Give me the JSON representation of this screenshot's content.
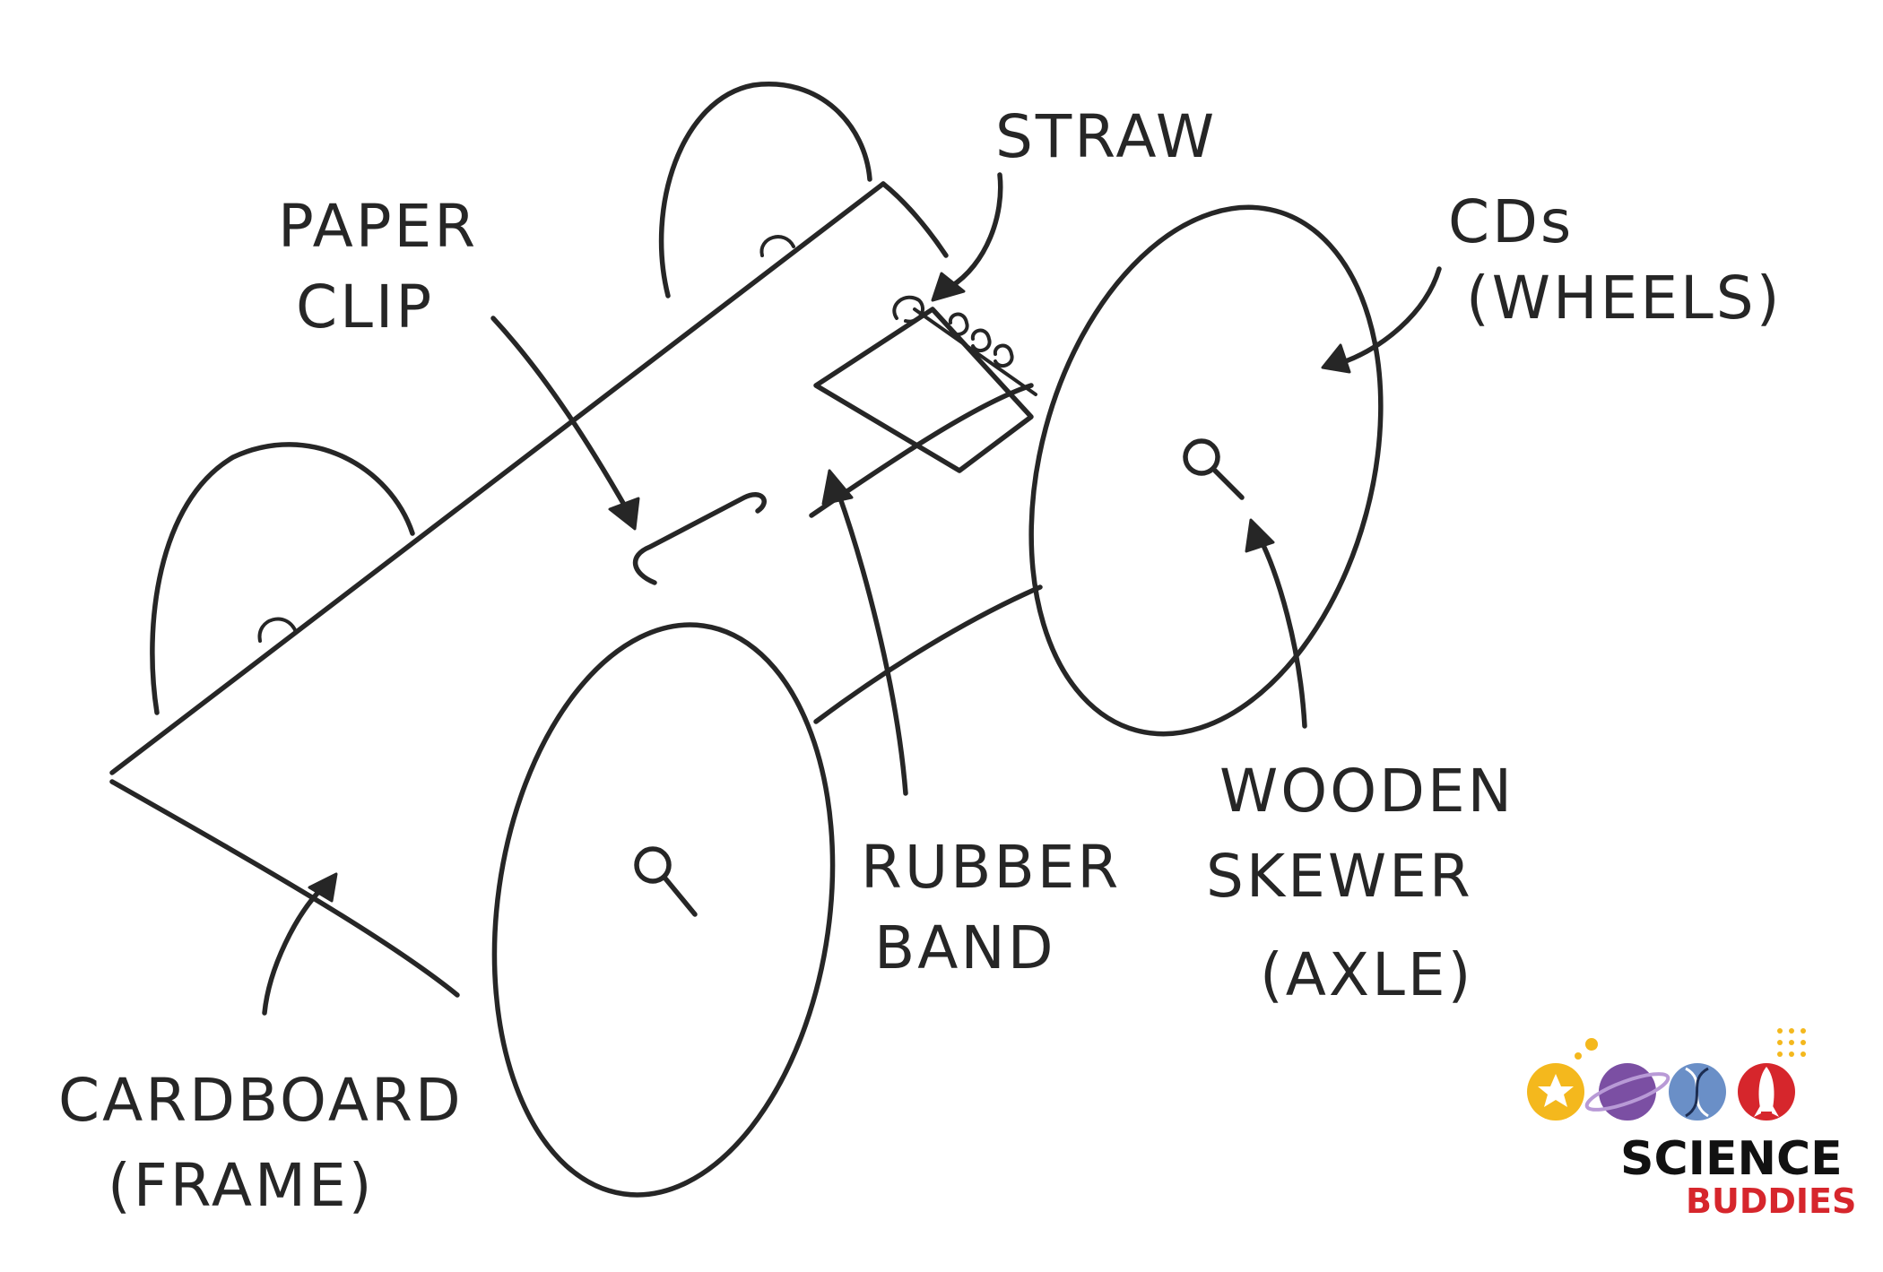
{
  "labels": {
    "paper_clip": [
      "PAPER",
      "CLIP"
    ],
    "straw": "STRAW",
    "cds": [
      "CDs",
      "(WHEELS)"
    ],
    "rubber_band": [
      "RUBBER",
      "BAND"
    ],
    "skewer": [
      "WOODEN",
      "SKEWER",
      "(AXLE)"
    ],
    "cardboard": [
      "CARDBOARD",
      "(FRAME)"
    ]
  },
  "logo": {
    "line1": "SCIENCE",
    "line2": "BUDDIES",
    "colors": {
      "text": "#111111",
      "accent_red": "#d6262c",
      "sun_yellow": "#f4b81d",
      "planet_purple": "#7b4fa3",
      "dna_blue": "#6a8fc7"
    }
  },
  "colors": {
    "ink": "#262626",
    "background": "#ffffff"
  }
}
